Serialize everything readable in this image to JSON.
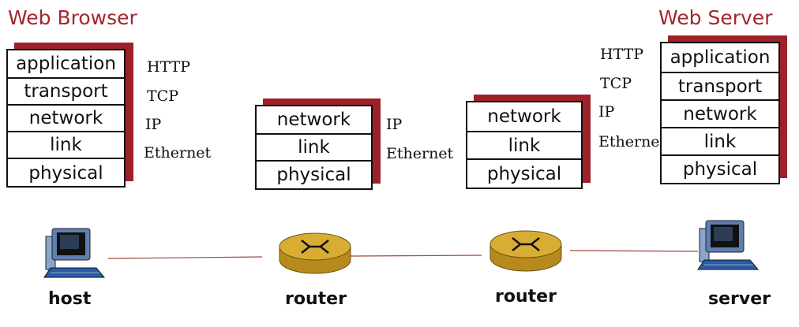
{
  "titles": {
    "browser": "Web Browser",
    "server": "Web Server"
  },
  "stacks": {
    "host": [
      "application",
      "transport",
      "network",
      "link",
      "physical"
    ],
    "router1": [
      "network",
      "link",
      "physical"
    ],
    "router2": [
      "network",
      "link",
      "physical"
    ],
    "server": [
      "application",
      "transport",
      "network",
      "link",
      "physical"
    ]
  },
  "protocols": {
    "host": {
      "http": "HTTP",
      "tcp": "TCP",
      "ip": "IP",
      "ethernet": "Ethernet"
    },
    "router1": {
      "ip": "IP",
      "ethernet": "Ethernet"
    },
    "server": {
      "http": "HTTP",
      "tcp": "TCP",
      "ip": "IP",
      "ethernet": "Ethernet"
    }
  },
  "devices": {
    "host": "host",
    "router1": "router",
    "router2": "router",
    "server": "server"
  },
  "colors": {
    "accent": "#a3262e",
    "shadow": "#9c2128",
    "router": "#d4a72c",
    "link_line": "#a0473f"
  }
}
